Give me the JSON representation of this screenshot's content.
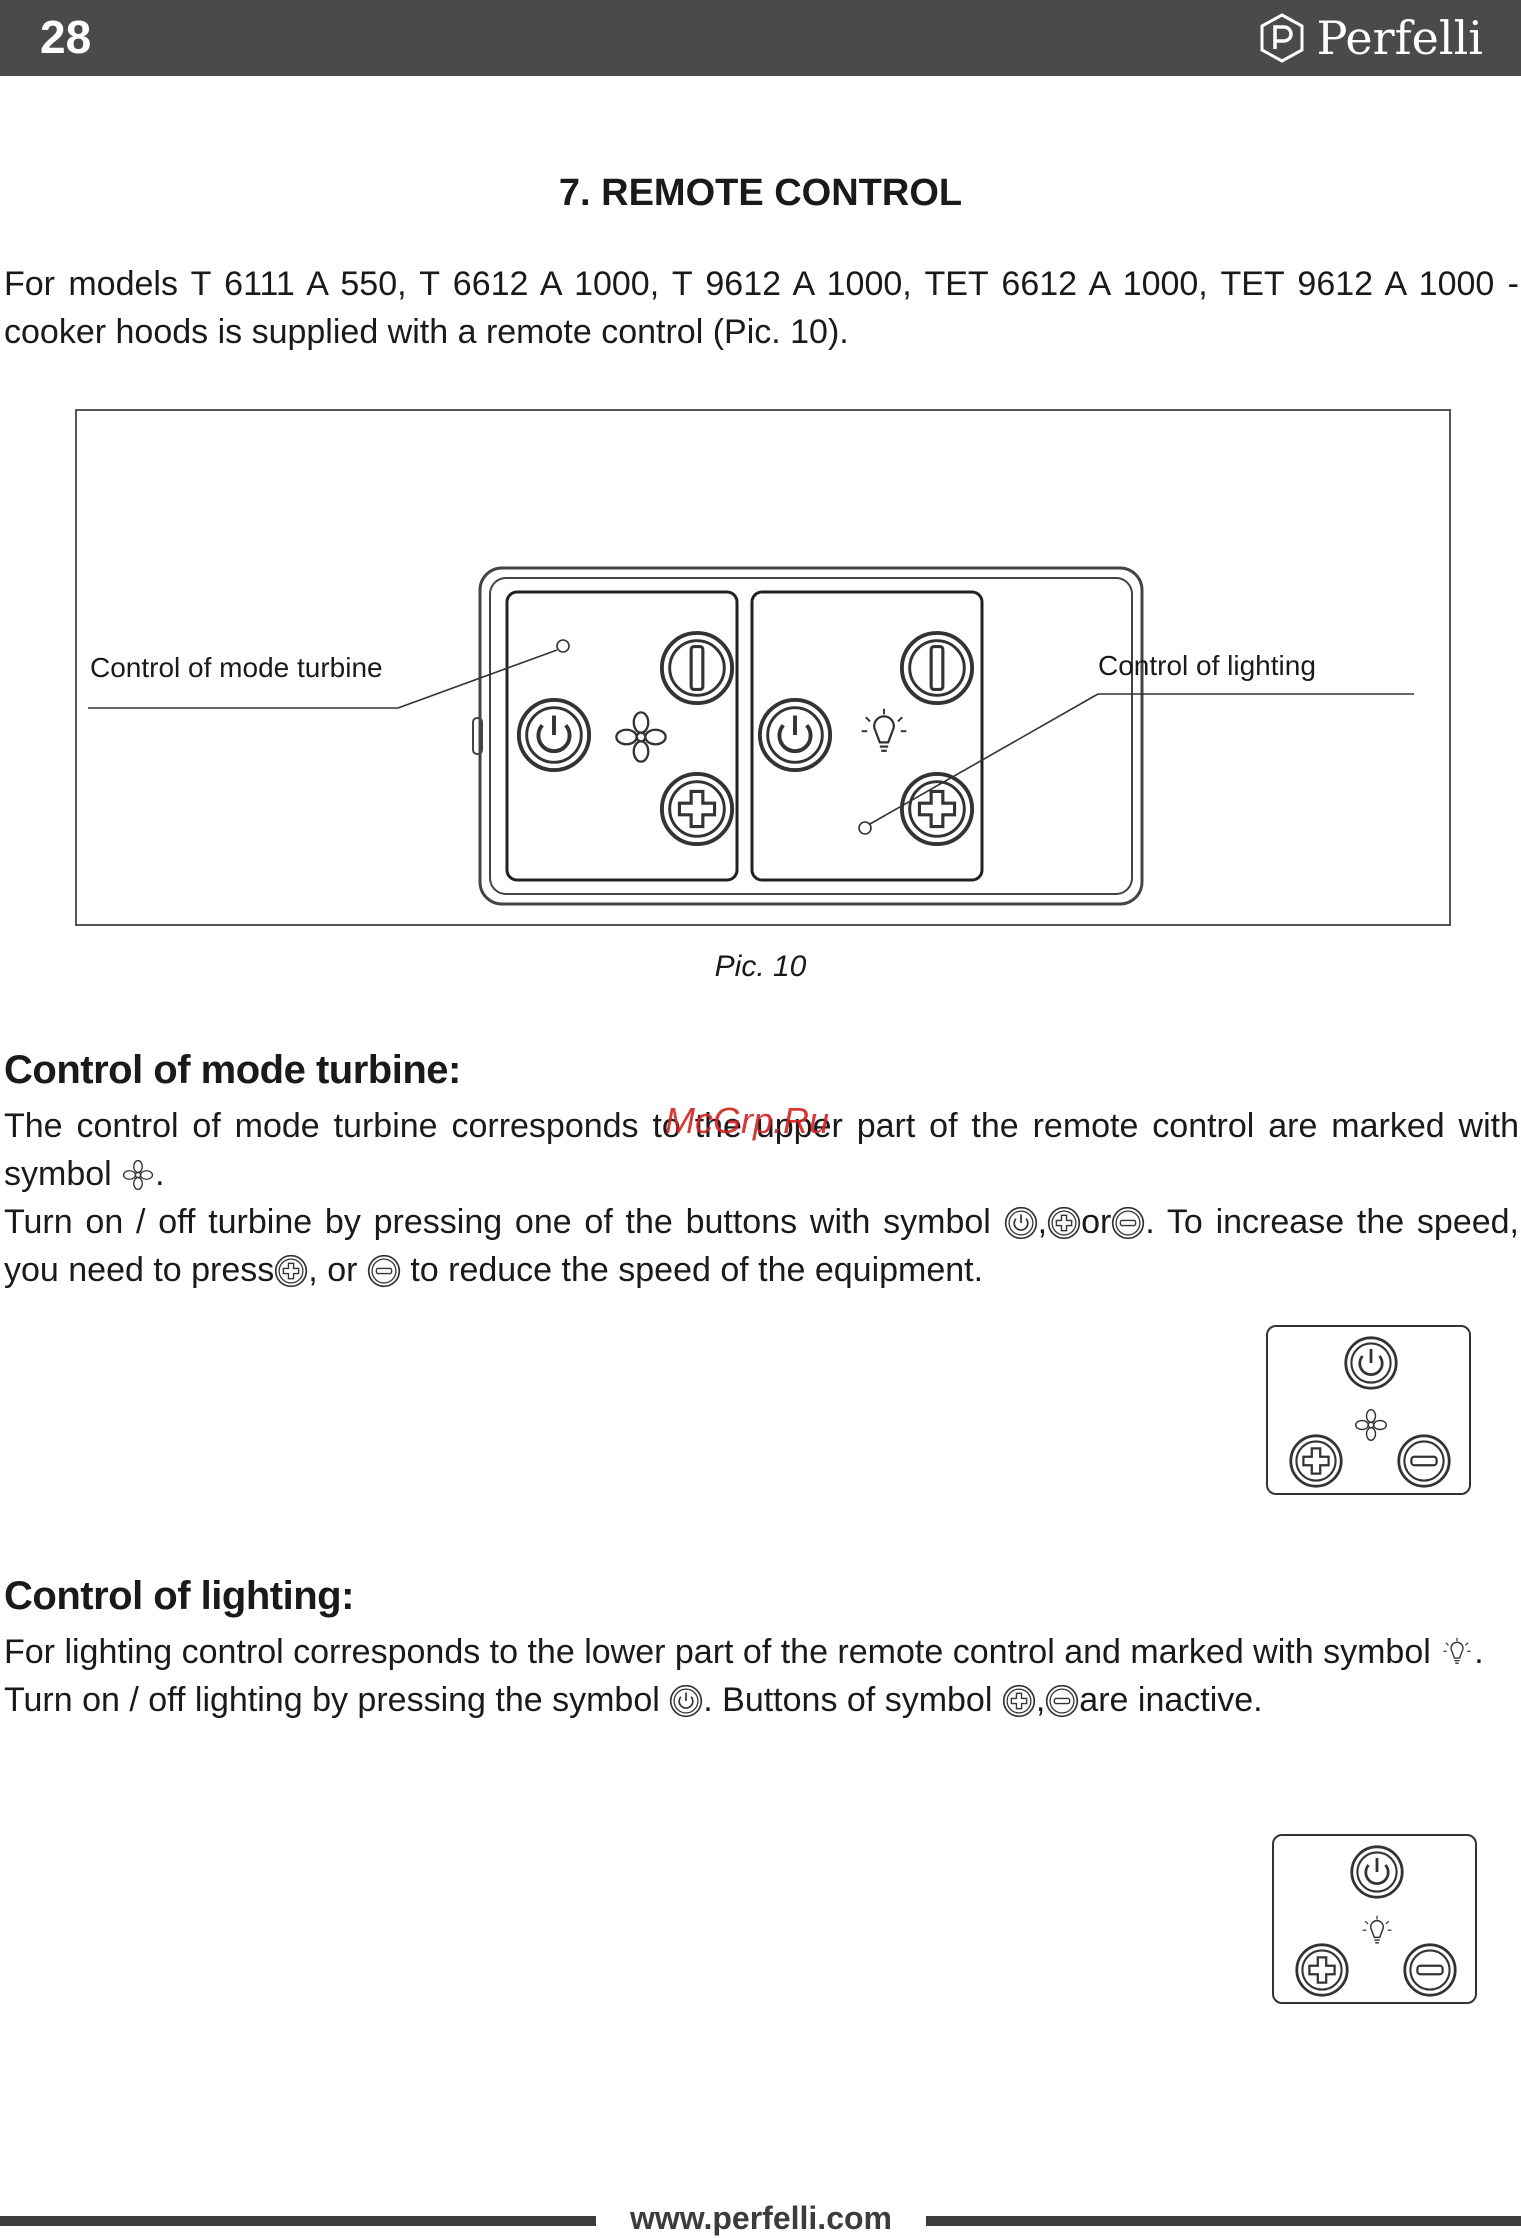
{
  "header": {
    "page_number": "28",
    "brand_name": "Perfelli"
  },
  "section": {
    "title": "7. REMOTE CONTROL",
    "intro": "For models T 6111 A 550, T 6612 A 1000, T 9612 A 1000, TET 6612 A 1000, TET 9612 A 1000  - cooker hoods is supplied with a remote control (Pic. 10)."
  },
  "figure": {
    "callout_turbine": "Control of mode turbine",
    "callout_lighting": "Control of lighting",
    "caption": "Pic. 10"
  },
  "turbine": {
    "heading": "Control of mode turbine:",
    "p1": "The control of mode turbine corresponds to the upper part of the remote control are marked with symbol",
    "p1_end": ".",
    "p2_a": "Turn on / off turbine by pressing one of the buttons with symbol",
    "p2_b": ",",
    "p2_c": "or",
    "p2_d": ". To increase the speed, you need to press",
    "p2_e": ", or",
    "p2_f": "to reduce the speed of the equipment."
  },
  "lighting": {
    "heading": "Control of lighting:",
    "p1": "For lighting control corresponds to the lower part of the remote control and marked with symbol",
    "p1_end": ".",
    "p2_a": "Turn on / off  lighting by pressing the symbol",
    "p2_b": ". Buttons  of symbol",
    "p2_c": ",",
    "p2_d": "are inactive."
  },
  "watermark": "McGrp.Ru",
  "footer": {
    "url": "www.perfelli.com"
  },
  "icons": [
    "power-icon",
    "plus-icon",
    "minus-icon",
    "fan-icon",
    "bulb-icon"
  ]
}
